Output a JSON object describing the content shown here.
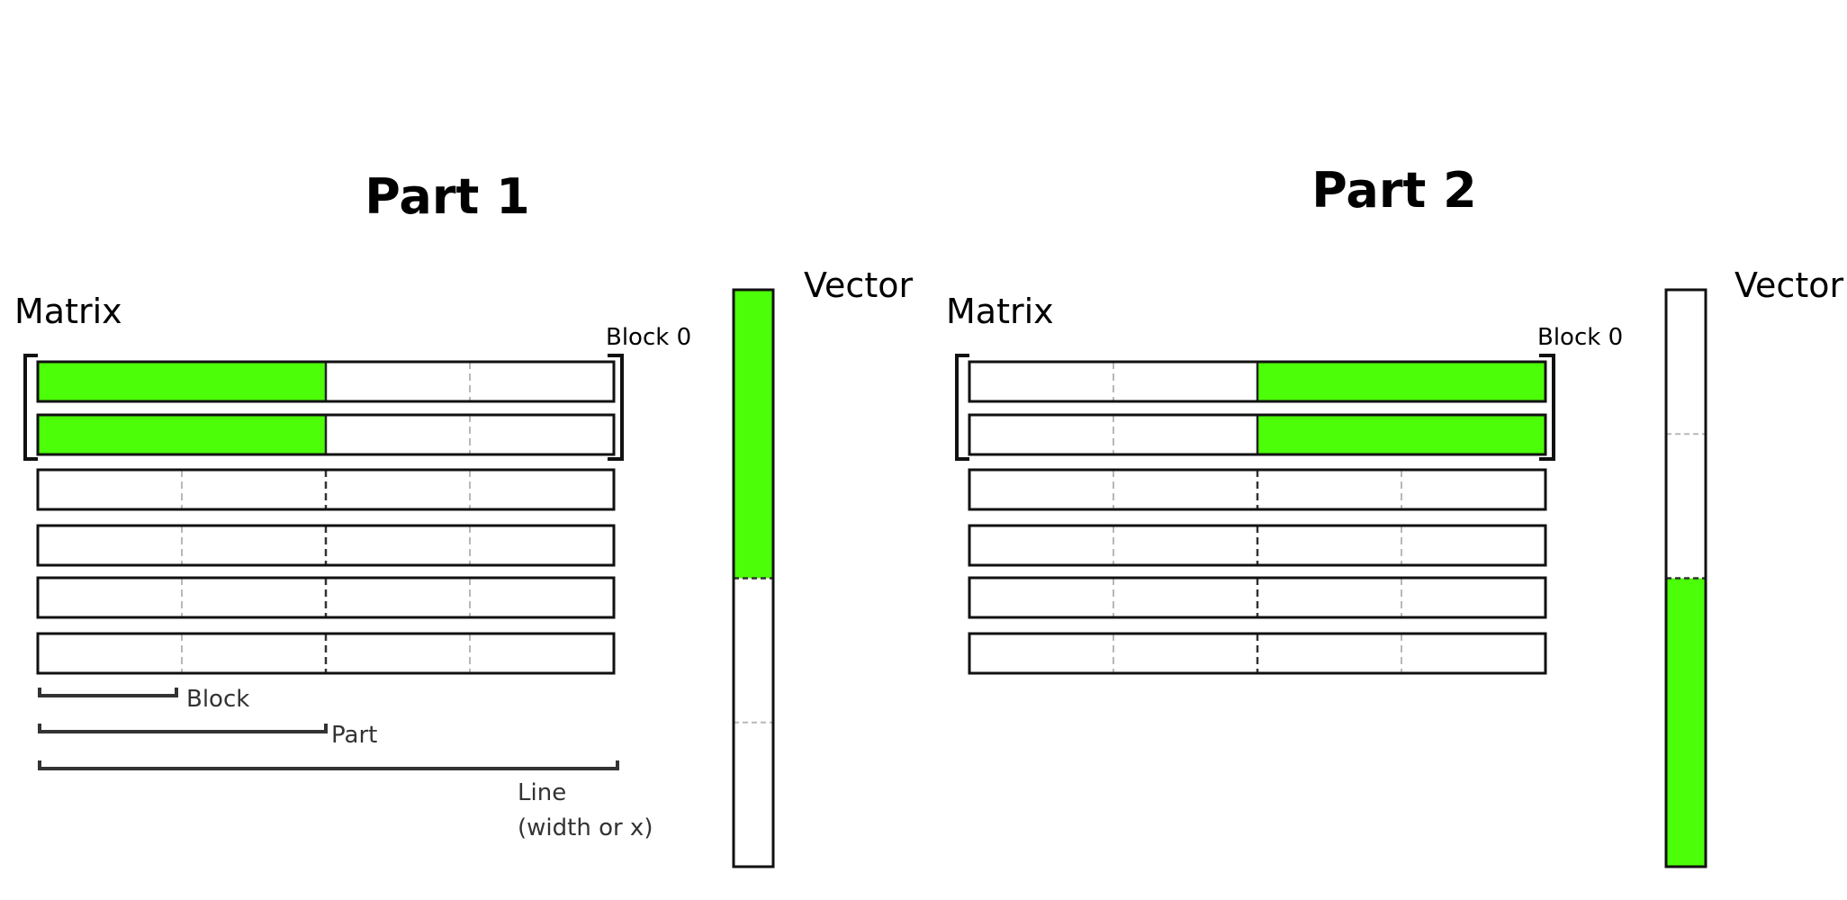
{
  "colors": {
    "highlight": "#4cfe08",
    "outline": "#111111",
    "light_divider": "#b8b8b8",
    "dark_divider": "#333333",
    "bracket": "#111111",
    "dimension": "#333333"
  },
  "parts": [
    {
      "title": "Part 1",
      "matrix_label": "Matrix",
      "vector_label": "Vector",
      "block0_label": "Block 0",
      "highlighted_rows": [
        0,
        1
      ],
      "highlighted_part": 0,
      "vector_highlighted_part": 0,
      "row_count": 6,
      "blocks_per_part": 2,
      "parts_per_line": 2,
      "vector_segments": 4
    },
    {
      "title": "Part 2",
      "matrix_label": "Matrix",
      "vector_label": "Vector",
      "block0_label": "Block 0",
      "highlighted_rows": [
        0,
        1
      ],
      "highlighted_part": 1,
      "vector_highlighted_part": 1,
      "row_count": 6,
      "blocks_per_part": 2,
      "parts_per_line": 2,
      "vector_segments": 4
    }
  ],
  "legend": {
    "block": "Block",
    "part": "Part",
    "line_1": "Line",
    "line_2": "(width or x)"
  }
}
